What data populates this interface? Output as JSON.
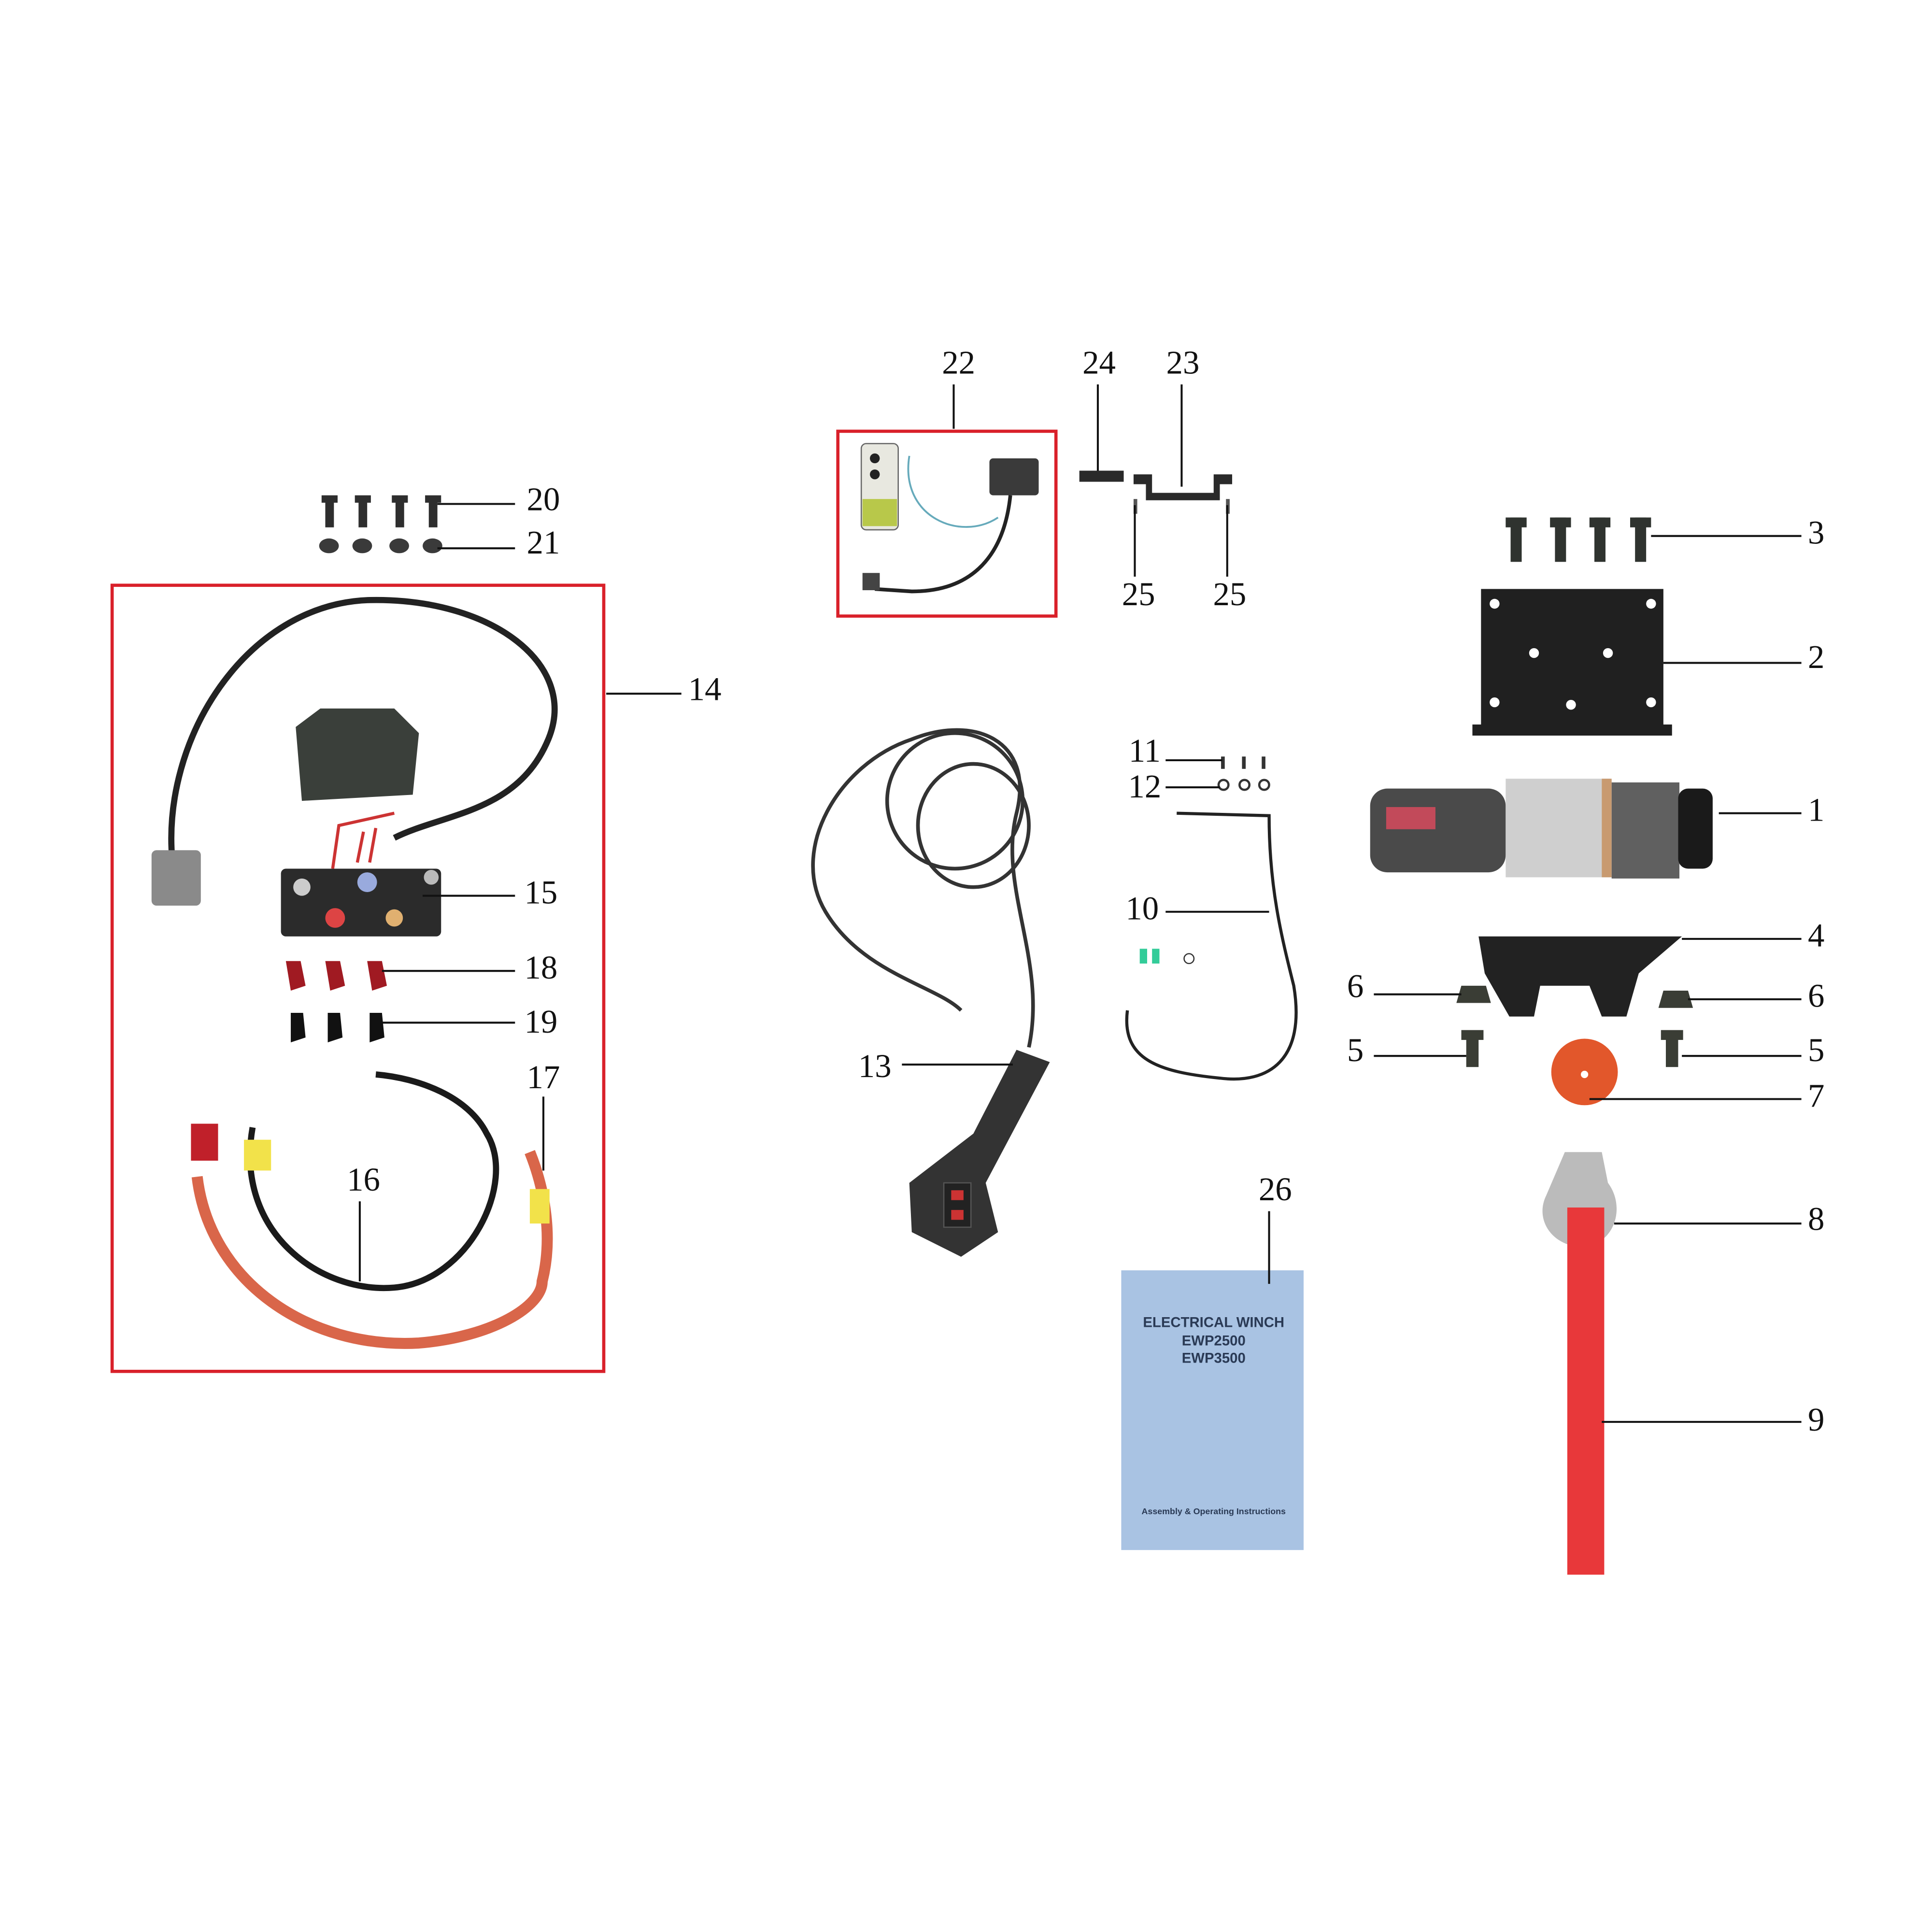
{
  "callouts": {
    "c1": "1",
    "c2": "2",
    "c3": "3",
    "c4": "4",
    "c5a": "5",
    "c5b": "5",
    "c6a": "6",
    "c6b": "6",
    "c7": "7",
    "c8": "8",
    "c9": "9",
    "c10": "10",
    "c11": "11",
    "c12": "12",
    "c13": "13",
    "c14": "14",
    "c15": "15",
    "c16": "16",
    "c17": "17",
    "c18": "18",
    "c19": "19",
    "c20": "20",
    "c21": "21",
    "c22": "22",
    "c23": "23",
    "c24": "24",
    "c25a": "25",
    "c25b": "25",
    "c26": "26"
  },
  "manual": {
    "title": "ELECTRICAL WINCH",
    "model1": "EWP2500",
    "model2": "EWP3500",
    "subtitle": "Assembly & Operating Instructions"
  },
  "colors": {
    "highlight_box": "#d9202a",
    "manual_cover": "#a9c3e3",
    "strap": "#e8383a"
  }
}
